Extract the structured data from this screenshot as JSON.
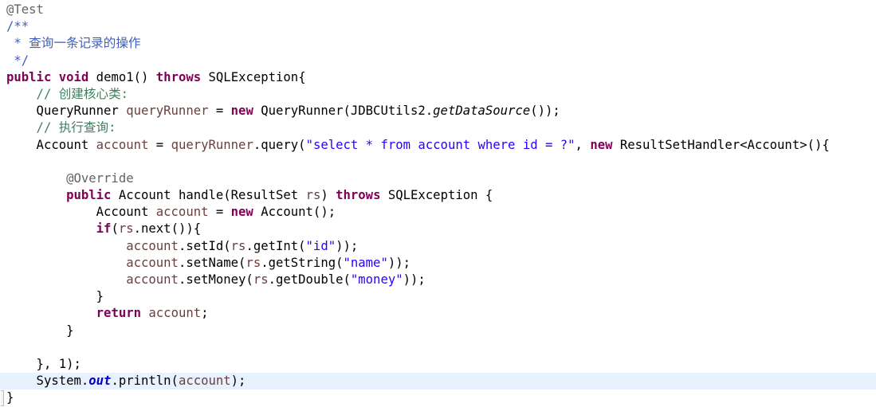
{
  "editor": {
    "current_line": 22,
    "lines": [
      [
        [
          "a",
          "@Test"
        ]
      ],
      [
        [
          "jd",
          "/**"
        ]
      ],
      [
        [
          "jd",
          " * 查询一条记录的操作"
        ]
      ],
      [
        [
          "jd",
          " */"
        ]
      ],
      [
        [
          "k",
          "public"
        ],
        [
          "p",
          " "
        ],
        [
          "k",
          "void"
        ],
        [
          "p",
          " demo1() "
        ],
        [
          "k",
          "throws"
        ],
        [
          "p",
          " SQLException{"
        ]
      ],
      [
        [
          "c",
          "    // 创建核心类:"
        ]
      ],
      [
        [
          "p",
          "    QueryRunner "
        ],
        [
          "v",
          "queryRunner"
        ],
        [
          "p",
          " = "
        ],
        [
          "k",
          "new"
        ],
        [
          "p",
          " QueryRunner(JDBCUtils2."
        ],
        [
          "i",
          "getDataSource"
        ],
        [
          "p",
          "());"
        ]
      ],
      [
        [
          "c",
          "    // 执行查询:"
        ]
      ],
      [
        [
          "p",
          "    Account "
        ],
        [
          "v",
          "account"
        ],
        [
          "p",
          " = "
        ],
        [
          "v",
          "queryRunner"
        ],
        [
          "p",
          ".query("
        ],
        [
          "s",
          "\"select * from account where id = ?\""
        ],
        [
          "p",
          ", "
        ],
        [
          "k",
          "new"
        ],
        [
          "p",
          " ResultSetHandler<Account>(){"
        ]
      ],
      [],
      [
        [
          "a",
          "        @Override"
        ]
      ],
      [
        [
          "p",
          "        "
        ],
        [
          "k",
          "public"
        ],
        [
          "p",
          " Account handle(ResultSet "
        ],
        [
          "v",
          "rs"
        ],
        [
          "p",
          ") "
        ],
        [
          "k",
          "throws"
        ],
        [
          "p",
          " SQLException {"
        ]
      ],
      [
        [
          "p",
          "            Account "
        ],
        [
          "v",
          "account"
        ],
        [
          "p",
          " = "
        ],
        [
          "k",
          "new"
        ],
        [
          "p",
          " Account();"
        ]
      ],
      [
        [
          "p",
          "            "
        ],
        [
          "k",
          "if"
        ],
        [
          "p",
          "("
        ],
        [
          "v",
          "rs"
        ],
        [
          "p",
          ".next()){"
        ]
      ],
      [
        [
          "p",
          "                "
        ],
        [
          "v",
          "account"
        ],
        [
          "p",
          ".setId("
        ],
        [
          "v",
          "rs"
        ],
        [
          "p",
          ".getInt("
        ],
        [
          "s",
          "\"id\""
        ],
        [
          "p",
          "));"
        ]
      ],
      [
        [
          "p",
          "                "
        ],
        [
          "v",
          "account"
        ],
        [
          "p",
          ".setName("
        ],
        [
          "v",
          "rs"
        ],
        [
          "p",
          ".getString("
        ],
        [
          "s",
          "\"name\""
        ],
        [
          "p",
          "));"
        ]
      ],
      [
        [
          "p",
          "                "
        ],
        [
          "v",
          "account"
        ],
        [
          "p",
          ".setMoney("
        ],
        [
          "v",
          "rs"
        ],
        [
          "p",
          ".getDouble("
        ],
        [
          "s",
          "\"money\""
        ],
        [
          "p",
          "));"
        ]
      ],
      [
        [
          "p",
          "            }"
        ]
      ],
      [
        [
          "p",
          "            "
        ],
        [
          "k",
          "return"
        ],
        [
          "p",
          " "
        ],
        [
          "v",
          "account"
        ],
        [
          "p",
          ";"
        ]
      ],
      [
        [
          "p",
          "        }"
        ]
      ],
      [],
      [
        [
          "p",
          "    }, 1);"
        ]
      ],
      [
        [
          "p",
          "    System."
        ],
        [
          "f",
          "out"
        ],
        [
          "p",
          ".println("
        ],
        [
          "v",
          "account"
        ],
        [
          "p",
          ");"
        ]
      ],
      [
        [
          "p",
          "}"
        ]
      ]
    ]
  }
}
